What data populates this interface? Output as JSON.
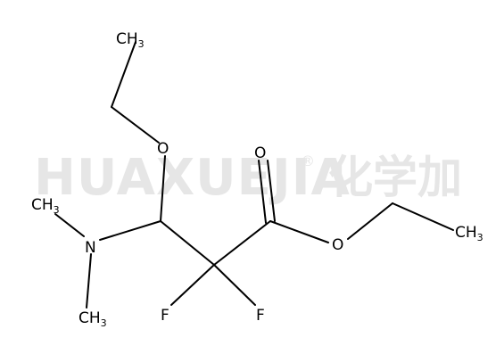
{
  "watermark": {
    "latin": "HUAXUEJIA",
    "registered": "®",
    "chinese": "化学加"
  },
  "atoms": {
    "methyl_top": {
      "main": "CH",
      "sub": "3"
    },
    "ether_o": "O",
    "carbonyl_o": "O",
    "ester_o": "O",
    "methyl_right": {
      "main": "CH",
      "sub": "3"
    },
    "methyl_n_top": {
      "main": "CH",
      "sub": "3"
    },
    "nitrogen": "N",
    "methyl_n_bottom": {
      "main": "CH",
      "sub": "3"
    },
    "fluorine_left": "F",
    "fluorine_right": "F"
  }
}
